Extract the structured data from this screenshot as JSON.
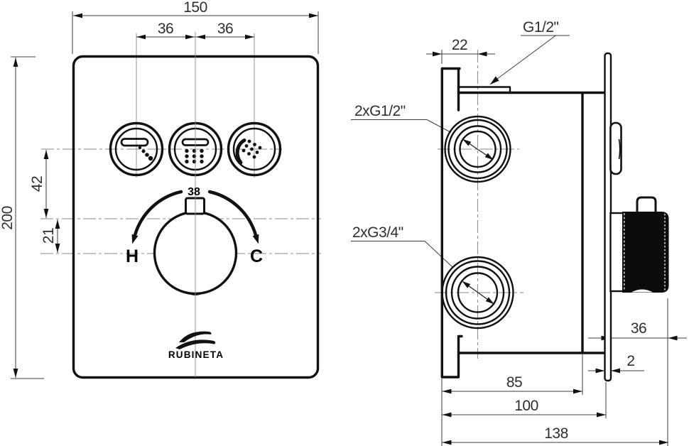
{
  "drawing": {
    "front": {
      "dim_width": "150",
      "dim_btn_spacing_left": "36",
      "dim_btn_spacing_right": "36",
      "dim_height": "200",
      "dim_buttons_to_knob": "42",
      "dim_knob_offset": "21",
      "knob_temperature": "38",
      "label_hot": "H",
      "label_cold": "C",
      "brand": "RUBINETA",
      "buttons": [
        {
          "icon": "bath-spout-icon"
        },
        {
          "icon": "rain-shower-icon"
        },
        {
          "icon": "hand-shower-icon"
        }
      ]
    },
    "side": {
      "dim_bracket_offset": "22",
      "label_top_outlet": "G1/2\"",
      "label_inlet_ports": "2xG1/2\"",
      "label_outlet_ports": "2xG3/4\"",
      "dim_knob_protrusion": "36",
      "dim_plate_thickness": "2",
      "dim_body_depth": "85",
      "dim_to_plate": "100",
      "dim_total_depth": "138"
    },
    "colors": {
      "line": "#111111",
      "centerline": "#8a8a8a",
      "dimension": "#3c3c3c"
    }
  }
}
